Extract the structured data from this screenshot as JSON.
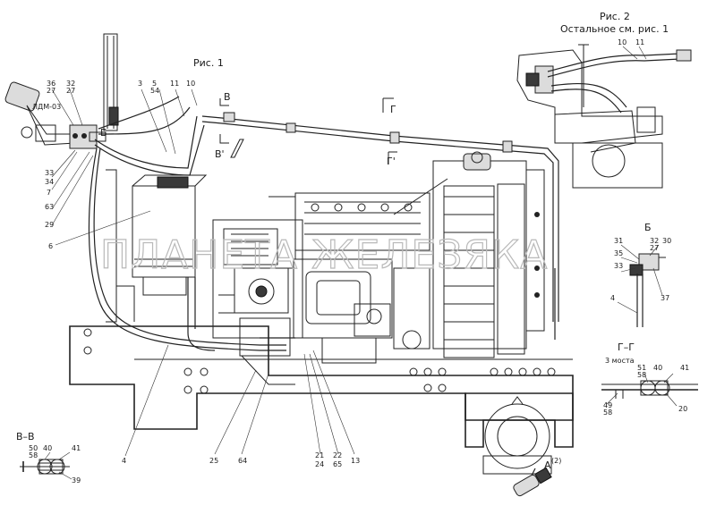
{
  "captions": {
    "fig1": "Рис. 1",
    "fig2_title": "Рис. 2",
    "fig2_note": "Остальное см. рис. 1",
    "section_b": "Б",
    "section_bb": "Б",
    "section_v": "В",
    "section_vprime": "В'",
    "section_g": "Г",
    "section_gprime": "Г'",
    "view_vv": "В–В",
    "view_gg": "Г–Г",
    "bridge_note": "3 моста",
    "ref_a": "А",
    "ref_a_sup": "(2)",
    "device_tag": "ЛДМ-03"
  },
  "watermark": "ПЛАНЕТА ЖЕЛЕЗЯКА",
  "callouts": {
    "c36": "36",
    "c27a": "27",
    "c32": "32",
    "c27b": "27",
    "c3": "3",
    "c5": "5",
    "c54": "54",
    "c11": "11",
    "c10": "10",
    "c33": "33",
    "c34": "34",
    "c7": "7",
    "c63": "63",
    "c29": "29",
    "c6": "6",
    "c31": "31",
    "c35": "35",
    "c32b": "32",
    "c27c": "27",
    "c30": "30",
    "c37": "37",
    "c4b": "4",
    "c4": "4",
    "c25": "25",
    "c64": "64",
    "c21": "21",
    "c24": "24",
    "c22": "22",
    "c65": "65",
    "c13": "13",
    "f2_10": "10",
    "f2_11": "11",
    "v50": "50",
    "v58": "58",
    "v40": "40",
    "v41": "41",
    "v39": "39",
    "g51": "51",
    "g58": "58",
    "g40": "40",
    "g41": "41",
    "g49": "49",
    "g58b": "58",
    "g20": "20"
  }
}
